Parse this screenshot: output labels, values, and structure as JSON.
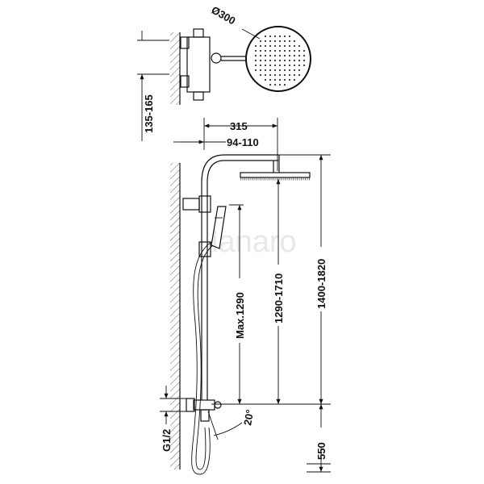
{
  "watermark": "lanaro",
  "dimensions": {
    "diameter": "Ø300",
    "wall_offset": "135-165",
    "width_315": "315",
    "width_94_110": "94-110",
    "max_height": "Max.1290",
    "height_1290_1710": "1290-1710",
    "height_1400_1820": "1400-1820",
    "angle": "20°",
    "thread": "G1/2",
    "height_550": "550"
  }
}
